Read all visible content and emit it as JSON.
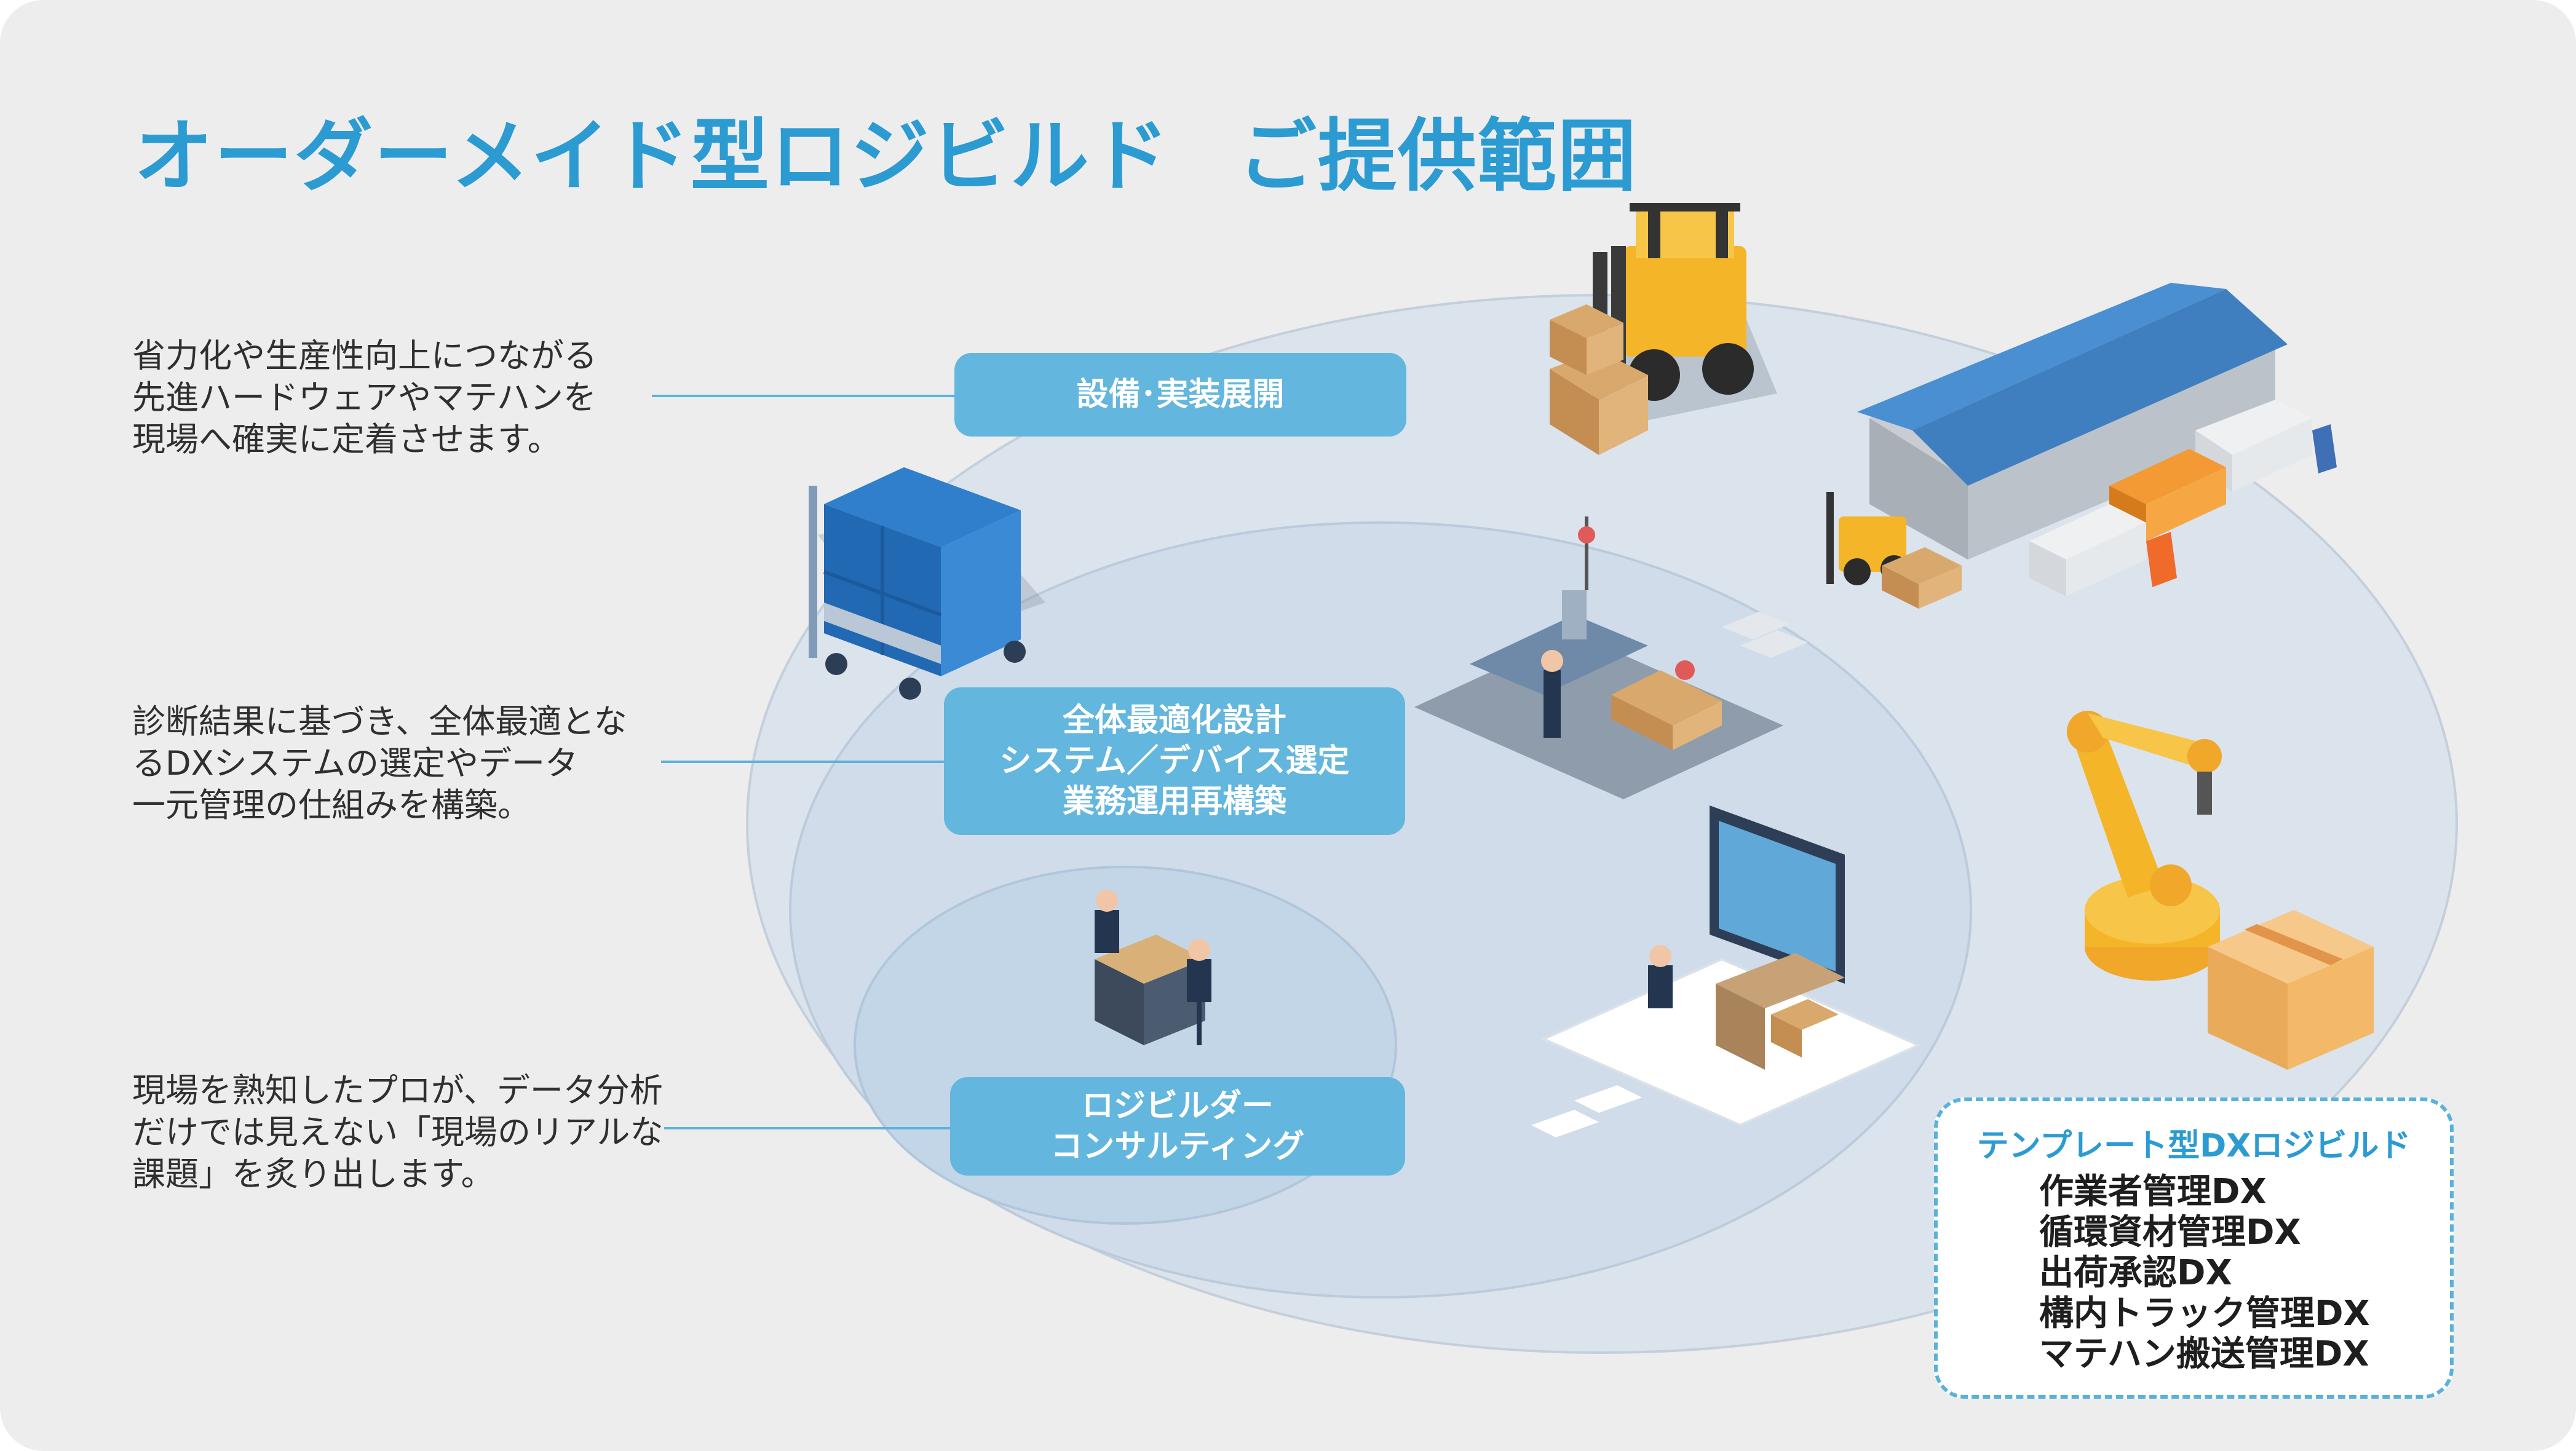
{
  "title": {
    "main": "オーダーメイド型ロジビルド",
    "sub": "ご提供範囲"
  },
  "descriptions": [
    {
      "text": "省力化や生産性向上につながる\n先進ハードウェアやマテハンを\n現場へ確実に定着させます。"
    },
    {
      "text": "診断結果に基づき、全体最適とな\nるDXシステムの選定やデータ\n一元管理の仕組みを構築。"
    },
    {
      "text": "現場を熟知したプロが、データ分析\nだけでは見えない「現場のリアルな\n課題」を炙り出します。"
    }
  ],
  "labels": {
    "equipment": "設備･実装展開",
    "system_lines": [
      "全体最適化設計",
      "システム／デバイス選定",
      "業務運用再構築"
    ],
    "consulting_lines": [
      "ロジビルダー",
      "コンサルティング"
    ]
  },
  "template_box": {
    "title": "テンプレート型DXロジビルド",
    "items": [
      "作業者管理DX",
      "循環資材管理DX",
      "出荷承認DX",
      "構内トラック管理DX",
      "マテハン搬送管理DX"
    ]
  },
  "colors": {
    "accent": "#2c9bd2",
    "label_bg": "#63b6de",
    "outer_ellipse": "#dbe3ec",
    "middle_ellipse": "#cfdbe8",
    "inner_ellipse": "#c3d6e8"
  },
  "illustrations": [
    "forklift-icon",
    "warehouse-icon",
    "truck-icon",
    "cart-icon",
    "conveyor-icon",
    "meeting-icon",
    "monitor-desk-icon",
    "robot-arm-icon",
    "box-icon"
  ]
}
